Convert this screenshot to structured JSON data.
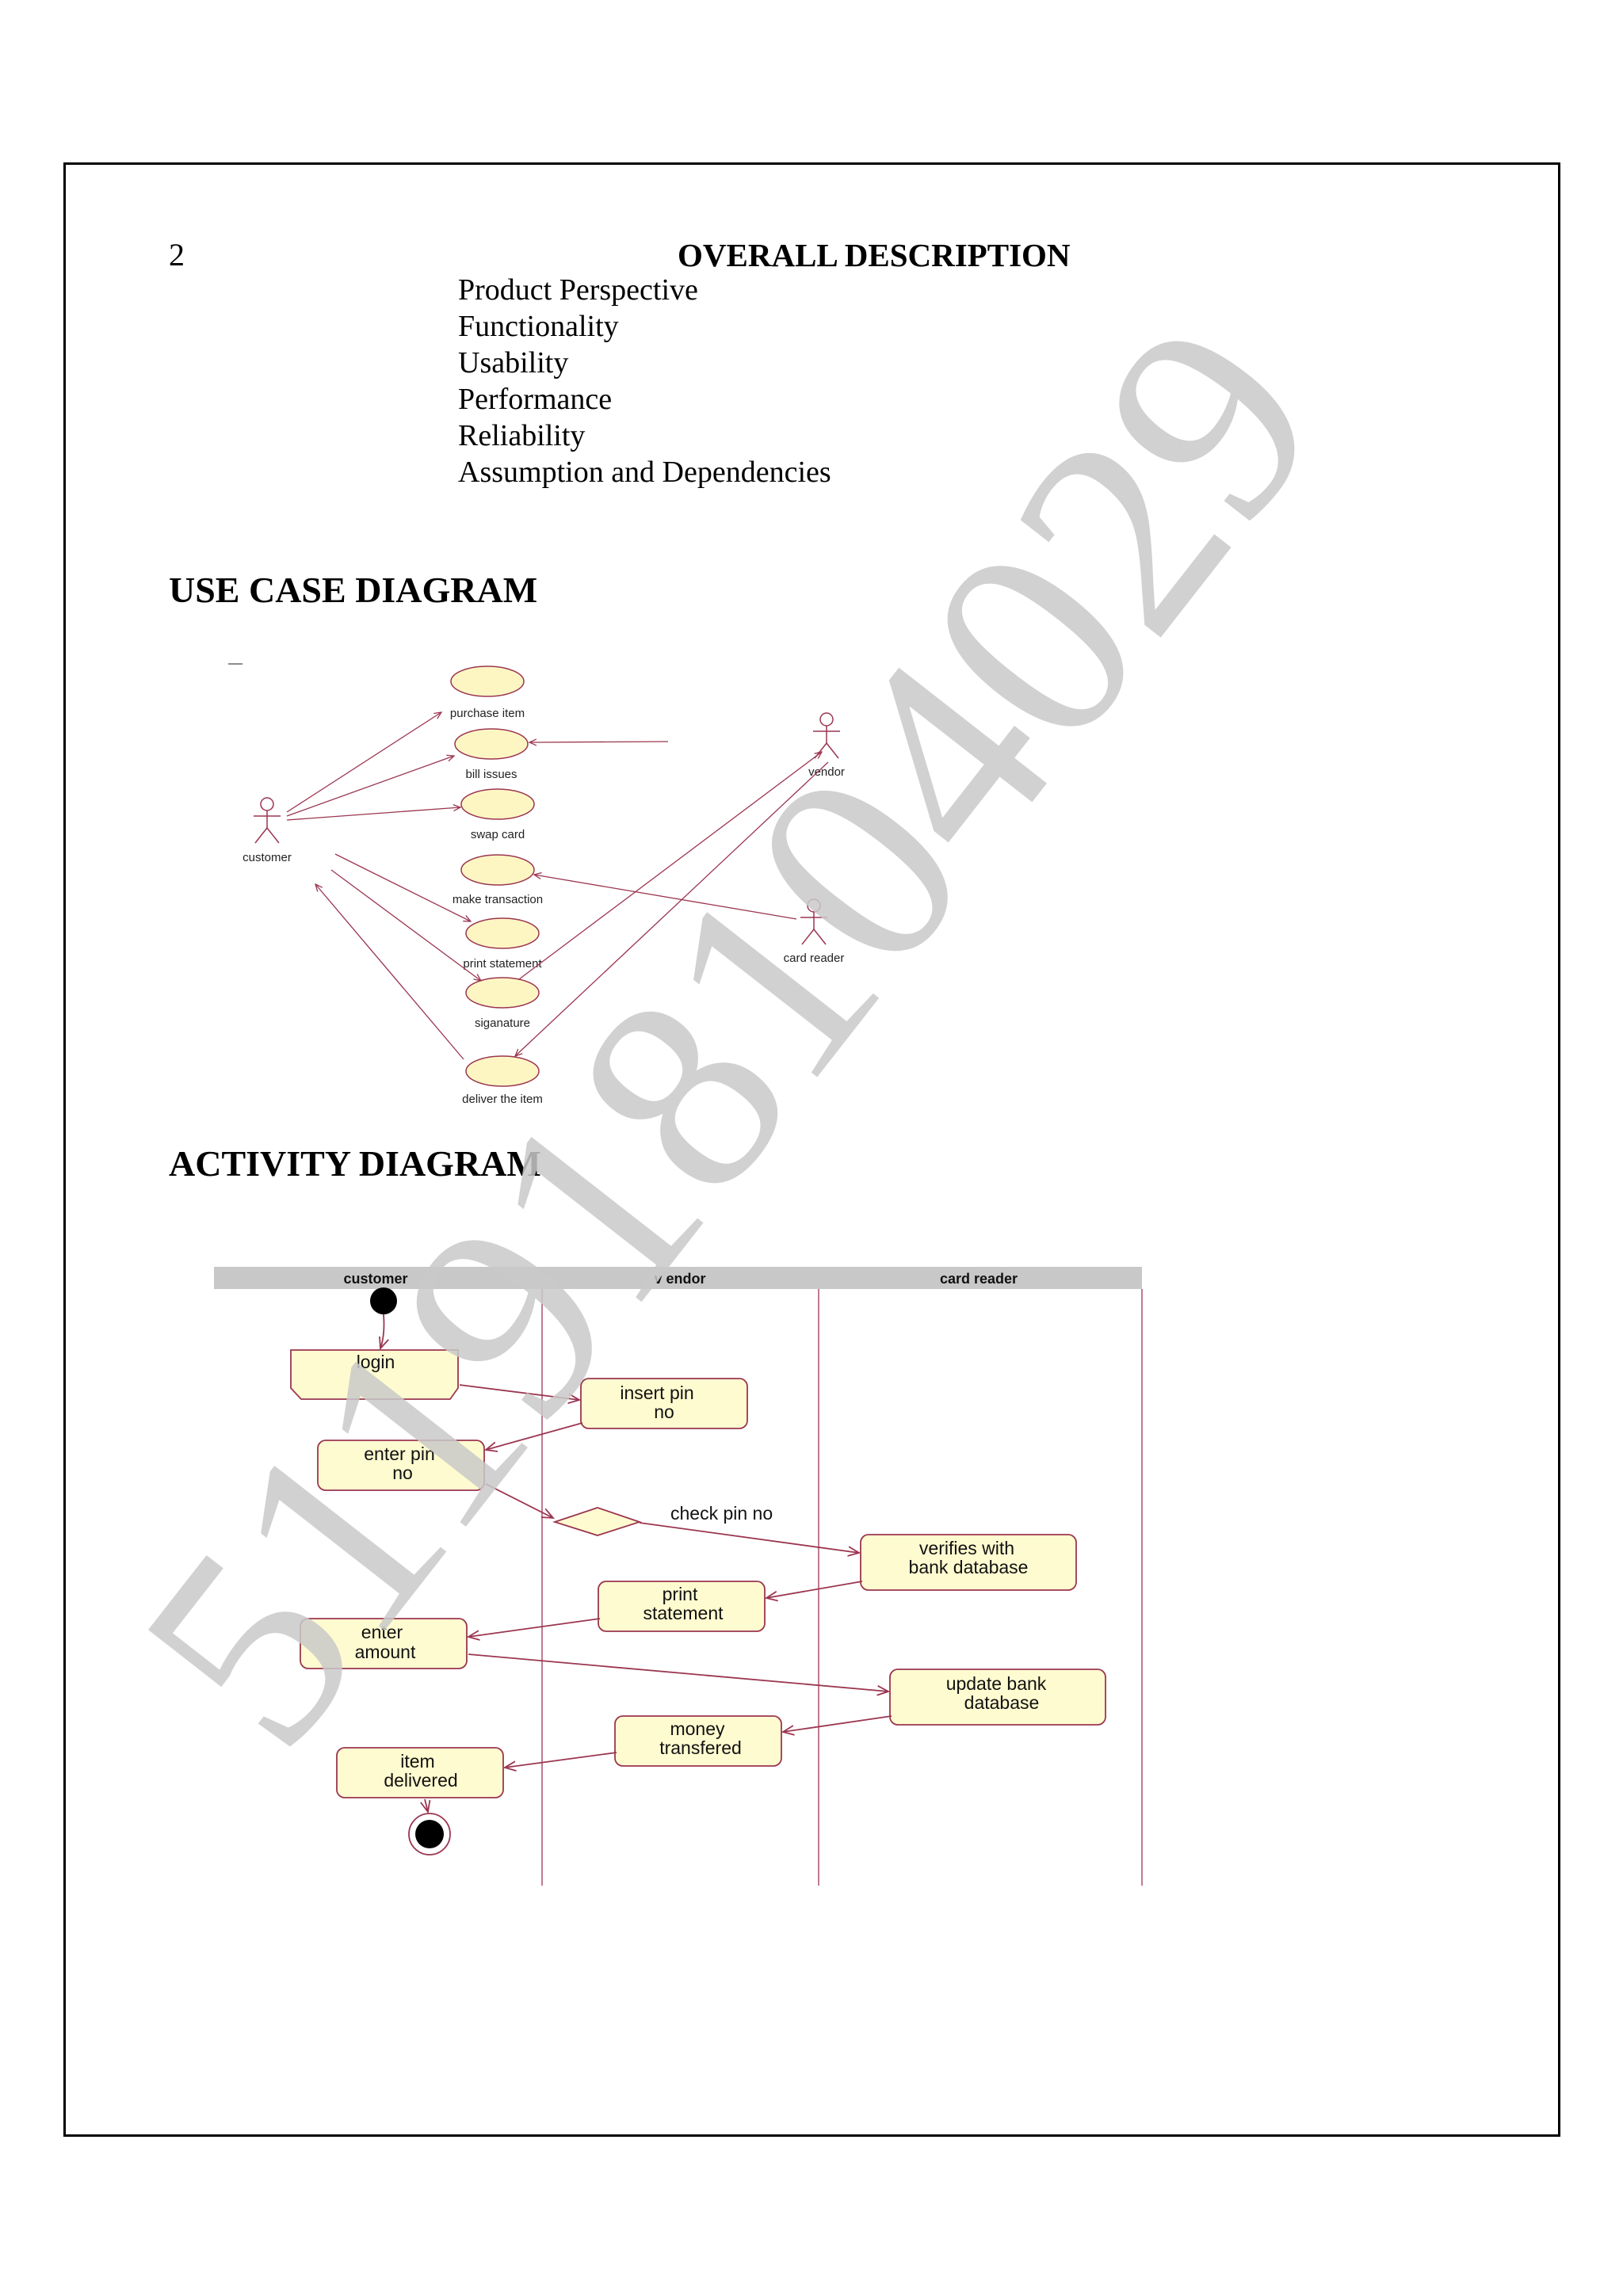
{
  "page": {
    "number": "2",
    "section_title": "OVERALL DESCRIPTION",
    "toc": [
      "Product Perspective",
      "Functionality",
      "Usability",
      "Performance",
      "Reliability",
      "Assumption and Dependencies"
    ]
  },
  "use_case": {
    "heading": "USE CASE DIAGRAM",
    "actors": {
      "customer": "customer",
      "vendor": "vendor",
      "card_reader": "card reader"
    },
    "use_cases": [
      "purchase item",
      "bill issues",
      "swap card",
      "make transaction",
      "print statement",
      "siganature",
      "deliver the item"
    ]
  },
  "activity": {
    "heading": "ACTIVITY DIAGRAM",
    "lanes": [
      "customer",
      "v endor",
      "card  reader"
    ],
    "nodes": {
      "login": [
        "login"
      ],
      "insert_pin": [
        "insert pin",
        "no"
      ],
      "enter_pin": [
        "enter pin",
        "no"
      ],
      "check_pin": "check pin no",
      "verifies": [
        "verifies with",
        "bank database"
      ],
      "print_statement": [
        "print",
        "statement"
      ],
      "enter_amount": [
        "enter",
        "amount"
      ],
      "update_bank": [
        "update bank",
        "database"
      ],
      "money": [
        "money",
        "transfered"
      ],
      "item_delivered": [
        "item",
        "delivered"
      ]
    }
  },
  "watermark": {
    "text": "5119181040​29"
  },
  "colors": {
    "uc_fill": "#fdf6c3",
    "uc_stroke": "#9b3650",
    "act_fill": "#fffbd0",
    "lane_header": "#c8c8c8",
    "watermark": "#c9c9c9"
  }
}
